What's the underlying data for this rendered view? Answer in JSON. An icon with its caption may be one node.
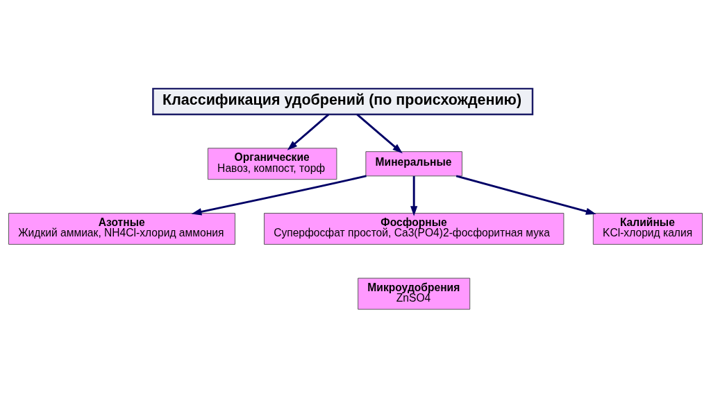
{
  "diagram": {
    "nodes": [
      {
        "text": [
          "Классификация удобрений (по происхождению)"
        ]
      },
      {
        "text": [
          "Органические",
          "Навоз, компост, торф"
        ]
      },
      {
        "text": [
          "Минеральные"
        ]
      },
      {
        "text": [
          "Азотные",
          "Жидкий аммиак, NH4Cl-хлорид аммония"
        ]
      },
      {
        "text": [
          "Фосфорные",
          "Суперфосфат простой, Ca3(PO4)2-фосфоритная мука"
        ]
      },
      {
        "text": [
          "Калийные",
          "KCl-хлорид калия"
        ]
      },
      {
        "text": [
          "Микроудобрения",
          "ZnSO4"
        ]
      }
    ],
    "edges": [
      {
        "from": 0,
        "to": 1,
        "arrow": "to"
      },
      {
        "from": 0,
        "to": 2,
        "arrow": "to"
      },
      {
        "from": 2,
        "to": 3,
        "arrow": "to"
      },
      {
        "from": 2,
        "to": 4,
        "arrow": "to"
      },
      {
        "from": 2,
        "to": 5,
        "arrow": "to"
      }
    ]
  }
}
